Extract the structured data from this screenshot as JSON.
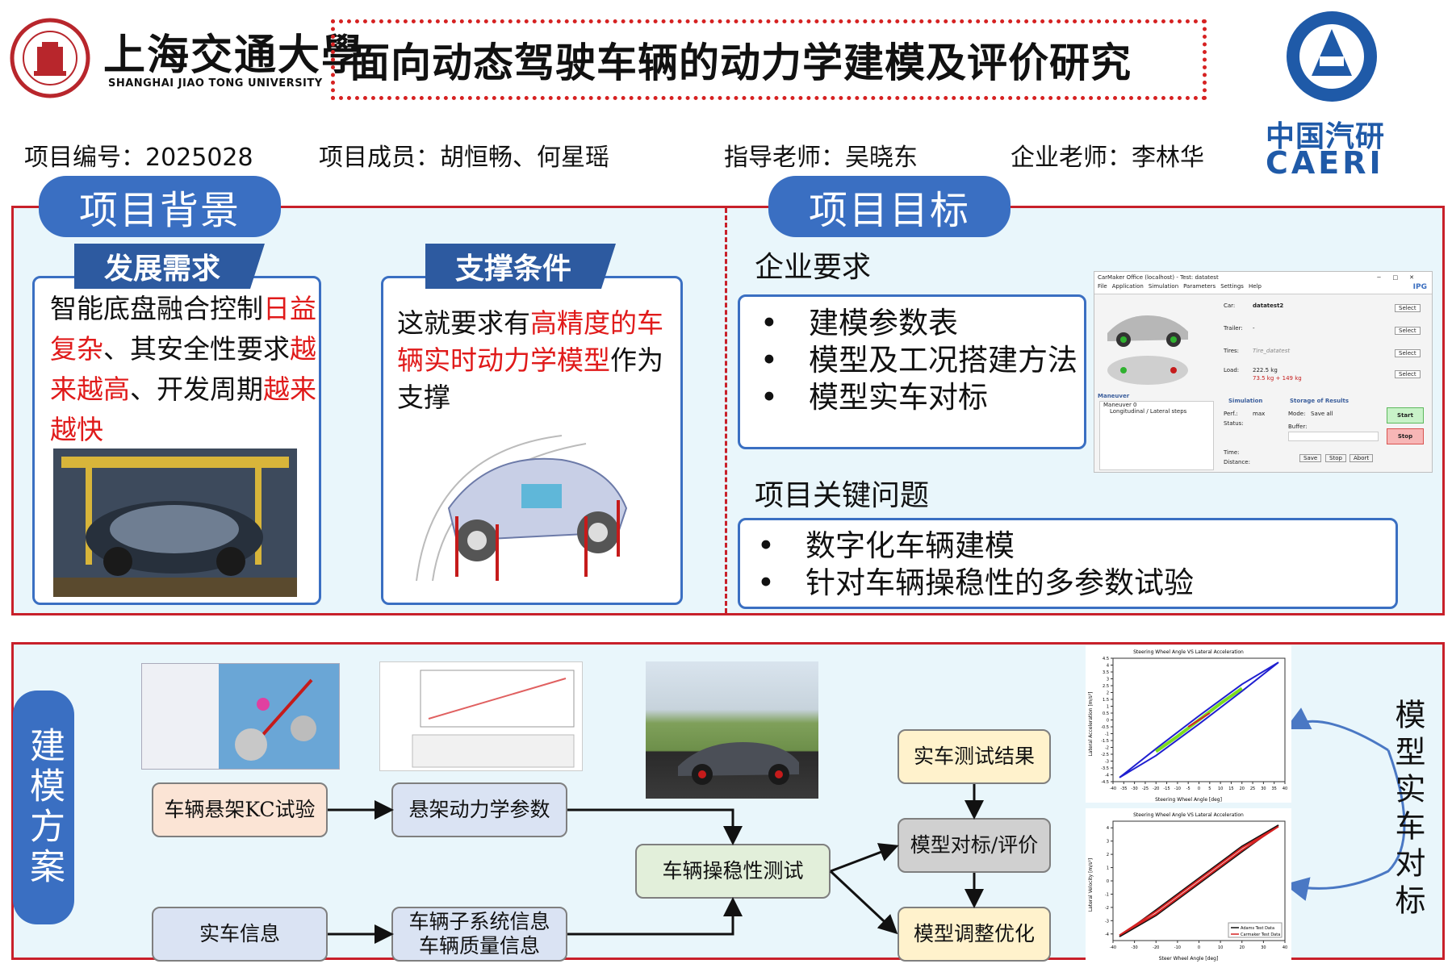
{
  "header": {
    "university_cn": "上海交通大學",
    "university_en": "SHANGHAI JIAO TONG UNIVERSITY",
    "title": "面向动态驾驶车辆的动力学建模及评价研究",
    "caeri_cn": "中国汽研",
    "caeri_en": "CAERI"
  },
  "info": {
    "project_no": "项目编号：2025028",
    "members": "项目成员：胡恒畅、何星瑶",
    "advisor": "指导老师：吴晓东",
    "company_advisor": "企业老师：李林华"
  },
  "background": {
    "section_title": "项目背景",
    "demand": {
      "tab": "发展需求",
      "text_a": "智能底盘融合控制",
      "text_b": "日益复杂",
      "text_c": "、其安全性要求",
      "text_d": "越来越高",
      "text_e": "、开发周期",
      "text_f": "越来越快"
    },
    "support": {
      "tab": "支撑条件",
      "text_a": "这就要求有",
      "text_b": "高精度的车辆实时动力学模型",
      "text_c": "作为支撑"
    }
  },
  "goal": {
    "section_title": "项目目标",
    "requirements_title": "企业要求",
    "requirements": [
      "建模参数表",
      "模型及工况搭建方法",
      "模型实车对标"
    ],
    "key_issues_title": "项目关键问题",
    "key_issues": [
      "数字化车辆建模",
      "针对车辆操稳性的多参数试验"
    ],
    "carmaker": {
      "window_title": "CarMaker Office (localhost) - Test: datatest",
      "menu": [
        "File",
        "Application",
        "Simulation",
        "Parameters",
        "Settings",
        "Help"
      ],
      "brand": "IPG",
      "car_label": "Car:",
      "car_value": "datatest2",
      "trailer_label": "Trailer:",
      "trailer_value": "-",
      "tires_label": "Tires:",
      "tires_value": "Tire_datatest",
      "load_label": "Load:",
      "load_value": "222.5 kg",
      "load_value2": "73.5 kg + 149 kg",
      "select": "Select",
      "maneuver_label": "Maneuver",
      "maneuver_item": "Maneuver 0",
      "maneuver_sub": "Longitudinal / Lateral steps",
      "simulation_label": "Simulation",
      "perf_label": "Perf.:",
      "perf_value": "max",
      "status_label": "Status:",
      "time_label": "Time:",
      "distance_label": "Distance:",
      "storage_label": "Storage of Results",
      "mode_label": "Mode:",
      "mode_value": "Save all",
      "buffer_label": "Buffer:",
      "start": "Start",
      "stop": "Stop",
      "save": "Save",
      "stop2": "Stop",
      "abort": "Abort"
    }
  },
  "method": {
    "section_title": "建模方案",
    "side_label": "模型实车对标",
    "boxes": {
      "kc_test": "车辆悬架KC试验",
      "susp_params": "悬架动力学参数",
      "handling_test": "车辆操稳性测试",
      "real_info": "实车信息",
      "subsystem_info_1": "车辆子系统信息",
      "subsystem_info_2": "车辆质量信息",
      "real_results": "实车测试结果",
      "model_eval": "模型对标/评价",
      "model_opt": "模型调整优化"
    },
    "colors": {
      "peach": "#fbe4d5",
      "blue": "#dae3f3",
      "green": "#e2efda",
      "yellow": "#fff2cc",
      "gray": "#d0d0d0"
    }
  },
  "chart_data": [
    {
      "type": "line",
      "title": "Steering Wheel Angle VS Lateral Acceleration",
      "xlabel": "Steering Wheel Angle [deg]",
      "ylabel": "Lateral Acceleration [m/s²]",
      "xlim": [
        -40,
        40
      ],
      "ylim": [
        -4.5,
        4.5
      ],
      "xticks": [
        -40,
        -35,
        -30,
        -25,
        -20,
        -15,
        -10,
        -5,
        0,
        5,
        10,
        15,
        20,
        25,
        30,
        35,
        40
      ],
      "yticks": [
        -4.5,
        -4,
        -3.5,
        -3,
        -2.5,
        -2,
        -1.5,
        -1,
        -0.5,
        0,
        0.5,
        1,
        1.5,
        2,
        2.5,
        3,
        3.5,
        4,
        4.5
      ],
      "series": [
        {
          "color": "#1f1fd0",
          "x": [
            -37,
            -20,
            0,
            20,
            37,
            20,
            0,
            -20,
            -37
          ],
          "y": [
            -4.2,
            -2.6,
            -0.3,
            2.1,
            4.2,
            2.6,
            0.3,
            -2.1,
            -4.2
          ]
        },
        {
          "color": "#7ddc1f",
          "x": [
            -20,
            -10,
            10,
            20
          ],
          "y": [
            -2.3,
            -1.2,
            1.2,
            2.3
          ]
        },
        {
          "color": "#d62222",
          "x": [
            -5,
            0,
            5
          ],
          "y": [
            -0.5,
            0,
            0.5
          ]
        }
      ]
    },
    {
      "type": "line",
      "title": "Steering Wheel Angle VS Lateral Acceleration",
      "xlabel": "Steer Wheel Angle [deg]",
      "ylabel": "Lateral Velocity [m/s²]",
      "xlim": [
        -40,
        40
      ],
      "ylim": [
        -4.5,
        4.5
      ],
      "xticks": [
        -40,
        -30,
        -20,
        -10,
        0,
        10,
        20,
        30,
        40
      ],
      "yticks": [
        -4,
        -3,
        -2,
        -1,
        0,
        1,
        2,
        3,
        4
      ],
      "series": [
        {
          "name": "Adams Test Data",
          "color": "#111111",
          "x": [
            -37,
            -20,
            0,
            20,
            37,
            20,
            0,
            -20,
            -37
          ],
          "y": [
            -4.2,
            -2.6,
            -0.2,
            2.2,
            4.2,
            2.6,
            0.2,
            -2.2,
            -4.2
          ]
        },
        {
          "name": "Carmaker Test Data",
          "color": "#d62222",
          "x": [
            -37,
            -20,
            0,
            20,
            37,
            20,
            0,
            -20,
            -37
          ],
          "y": [
            -4.1,
            -2.5,
            -0.1,
            2.3,
            4.1,
            2.5,
            0.1,
            -2.3,
            -4.1
          ]
        }
      ]
    }
  ]
}
